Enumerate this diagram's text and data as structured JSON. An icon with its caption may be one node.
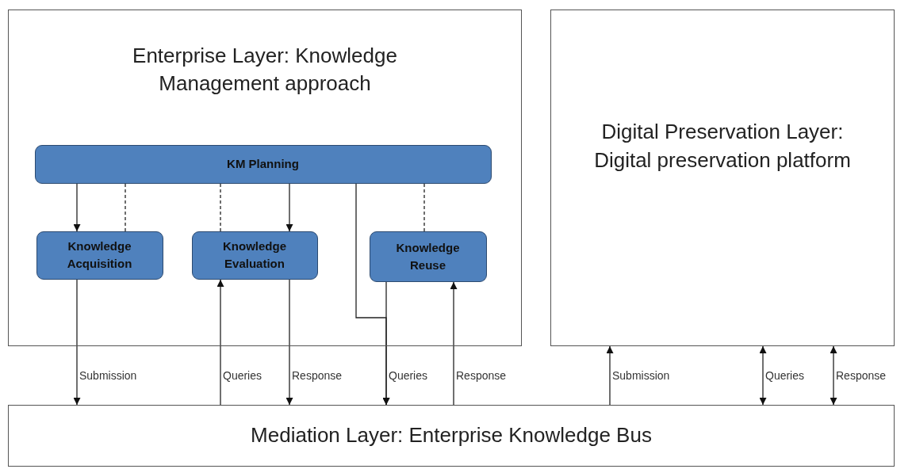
{
  "diagram": {
    "nodes": [
      {
        "text": [
          "Enterprise Layer: Knowledge Management approach"
        ]
      },
      {
        "text": [
          "KM Planning"
        ],
        "in": 0
      },
      {
        "text": [
          "Knowledge Acquisition"
        ],
        "in": 0
      },
      {
        "text": [
          "Knowledge Evaluation"
        ],
        "in": 0
      },
      {
        "text": [
          "Knowledge Reuse"
        ],
        "in": 0
      },
      {
        "text": [
          "Digital Preservation Layer: Digital preservation platform"
        ]
      },
      {
        "text": [
          "Mediation Layer: Enterprise Knowledge Bus"
        ]
      }
    ],
    "edges": [
      {
        "from": 1,
        "to": 2,
        "arrow": "to"
      },
      {
        "from": 1,
        "to": 2,
        "arrow": "none",
        "style": "dashed"
      },
      {
        "from": 1,
        "to": 3,
        "arrow": "none",
        "style": "dashed"
      },
      {
        "from": 1,
        "to": 3,
        "arrow": "to"
      },
      {
        "from": 1,
        "to": 4,
        "arrow": "none",
        "style": "dashed"
      },
      {
        "from": 2,
        "to": 6,
        "arrow": "to",
        "label": "Submission"
      },
      {
        "from": 6,
        "to": 3,
        "arrow": "to",
        "label": "Queries"
      },
      {
        "from": 3,
        "to": 6,
        "arrow": "to",
        "label": "Response"
      },
      {
        "from": 1,
        "to": 6,
        "arrow": "to"
      },
      {
        "from": 4,
        "to": 6,
        "arrow": "to",
        "label": "Queries"
      },
      {
        "from": 6,
        "to": 4,
        "arrow": "to",
        "label": "Response"
      },
      {
        "from": 6,
        "to": 5,
        "arrow": "to",
        "label": "Submission"
      },
      {
        "from": 6,
        "to": 5,
        "arrow": "both",
        "label": "Queries"
      },
      {
        "from": 6,
        "to": 5,
        "arrow": "both",
        "label": "Response"
      }
    ]
  }
}
